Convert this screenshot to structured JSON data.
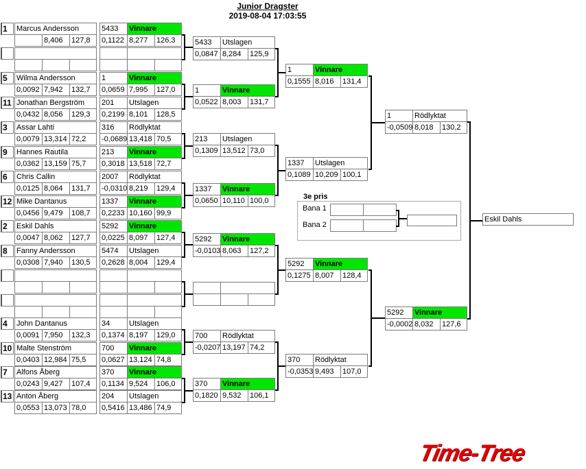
{
  "header": {
    "title": "Junior Dragster",
    "datetime": "2019-08-04 17:03:55"
  },
  "colors": {
    "winner": "#00e600"
  },
  "round1": [
    {
      "seed": "1",
      "name": "Marcus Andersson",
      "rt": "",
      "et": "8,406",
      "speed": "127,8",
      "res": {
        "id": "5433",
        "status": "Vinnare",
        "rt": "0,1122",
        "et": "8,277",
        "speed": "126,3"
      }
    },
    {
      "seed": "",
      "name": "",
      "rt": "",
      "et": "",
      "speed": "",
      "res": {
        "id": "",
        "status": "",
        "rt": "",
        "et": "",
        "speed": ""
      }
    },
    {
      "seed": "5",
      "name": "Wilma Andersson",
      "rt": "0,0092",
      "et": "7,942",
      "speed": "132,7",
      "res": {
        "id": "1",
        "status": "Vinnare",
        "rt": "0,0659",
        "et": "7,995",
        "speed": "127,0"
      }
    },
    {
      "seed": "11",
      "name": "Jonathan Bergström",
      "rt": "0,0432",
      "et": "8,056",
      "speed": "129,3",
      "res": {
        "id": "201",
        "status": "Utslagen",
        "rt": "0,2199",
        "et": "8,101",
        "speed": "128,5"
      }
    },
    {
      "seed": "3",
      "name": "Assar Lahti",
      "rt": "0,0079",
      "et": "13,314",
      "speed": "72,2",
      "res": {
        "id": "316",
        "status": "Rödlyktat",
        "rt": "-0,0689",
        "et": "13,418",
        "speed": "70,5"
      }
    },
    {
      "seed": "9",
      "name": "Hannes Rautila",
      "rt": "0,0362",
      "et": "13,159",
      "speed": "75,7",
      "res": {
        "id": "213",
        "status": "Vinnare",
        "rt": "0,3018",
        "et": "13,518",
        "speed": "72,7"
      }
    },
    {
      "seed": "6",
      "name": "Chris Callin",
      "rt": "0,0125",
      "et": "8,064",
      "speed": "131,7",
      "res": {
        "id": "2007",
        "status": "Rödlyktat",
        "rt": "-0,0310",
        "et": "8,219",
        "speed": "129,4"
      }
    },
    {
      "seed": "12",
      "name": "Mike Dantanus",
      "rt": "0,0456",
      "et": "9,479",
      "speed": "108,7",
      "res": {
        "id": "1337",
        "status": "Vinnare",
        "rt": "0,2233",
        "et": "10,160",
        "speed": "99,9"
      }
    },
    {
      "seed": "2",
      "name": "Eskil Dahls",
      "rt": "0,0047",
      "et": "8,062",
      "speed": "127,7",
      "res": {
        "id": "5292",
        "status": "Vinnare",
        "rt": "0,0225",
        "et": "8,097",
        "speed": "127,4"
      }
    },
    {
      "seed": "8",
      "name": "Fanny Andersson",
      "rt": "0,0308",
      "et": "7,940",
      "speed": "130,5",
      "res": {
        "id": "5474",
        "status": "Utslagen",
        "rt": "0,2628",
        "et": "8,004",
        "speed": "129,4"
      }
    },
    {
      "seed": "",
      "name": "",
      "rt": "",
      "et": "",
      "speed": "",
      "res": {
        "id": "",
        "status": "",
        "rt": "",
        "et": "",
        "speed": ""
      }
    },
    {
      "seed": "",
      "name": "",
      "rt": "",
      "et": "",
      "speed": "",
      "res": {
        "id": "",
        "status": "",
        "rt": "",
        "et": "",
        "speed": ""
      }
    },
    {
      "seed": "4",
      "name": "John Dantanus",
      "rt": "0,0091",
      "et": "7,950",
      "speed": "132,3",
      "res": {
        "id": "34",
        "status": "Utslagen",
        "rt": "0,1374",
        "et": "8,197",
        "speed": "129,0"
      }
    },
    {
      "seed": "10",
      "name": "Malte Stenström",
      "rt": "0,0403",
      "et": "12,984",
      "speed": "75,5",
      "res": {
        "id": "700",
        "status": "Vinnare",
        "rt": "0,0627",
        "et": "13,124",
        "speed": "74,8"
      }
    },
    {
      "seed": "7",
      "name": "Alfons Åberg",
      "rt": "0,0243",
      "et": "9,427",
      "speed": "107,4",
      "res": {
        "id": "370",
        "status": "Vinnare",
        "rt": "0,1134",
        "et": "9,524",
        "speed": "106,0"
      }
    },
    {
      "seed": "13",
      "name": "Anton Åberg",
      "rt": "0,0553",
      "et": "13,073",
      "speed": "78,0",
      "res": {
        "id": "204",
        "status": "Utslagen",
        "rt": "0,5416",
        "et": "13,486",
        "speed": "74,9"
      }
    }
  ],
  "round2": [
    {
      "id": "5433",
      "status": "Utslagen",
      "rt": "0,0847",
      "et": "8,284",
      "speed": "125,9"
    },
    {
      "id": "1",
      "status": "Vinnare",
      "rt": "0,0522",
      "et": "8,003",
      "speed": "131,7"
    },
    {
      "id": "213",
      "status": "Utslagen",
      "rt": "0,1309",
      "et": "13,512",
      "speed": "73,0"
    },
    {
      "id": "1337",
      "status": "Vinnare",
      "rt": "0,0650",
      "et": "10,110",
      "speed": "100,0"
    },
    {
      "id": "5292",
      "status": "Vinnare",
      "rt": "-0,0103",
      "et": "8,063",
      "speed": "127,2"
    },
    {
      "id": "",
      "status": "",
      "rt": "",
      "et": "",
      "speed": ""
    },
    {
      "id": "700",
      "status": "Rödlyktat",
      "rt": "-0,0207",
      "et": "13,197",
      "speed": "74,2"
    },
    {
      "id": "370",
      "status": "Vinnare",
      "rt": "0,1820",
      "et": "9,532",
      "speed": "106,1"
    }
  ],
  "round3": [
    {
      "id": "1",
      "status": "Vinnare",
      "rt": "0,1555",
      "et": "8,016",
      "speed": "131,4"
    },
    {
      "id": "1337",
      "status": "Utslagen",
      "rt": "0,1089",
      "et": "10,209",
      "speed": "100,1"
    },
    {
      "id": "5292",
      "status": "Vinnare",
      "rt": "0,1275",
      "et": "8,007",
      "speed": "128,4"
    },
    {
      "id": "370",
      "status": "Rödlyktat",
      "rt": "-0,0353",
      "et": "9,493",
      "speed": "107,0"
    }
  ],
  "round4": [
    {
      "id": "1",
      "status": "Rödlyktat",
      "rt": "-0,0509",
      "et": "8,018",
      "speed": "130,2"
    },
    {
      "id": "5292",
      "status": "Vinnare",
      "rt": "-0,0002",
      "et": "8,032",
      "speed": "127,6"
    }
  ],
  "final": {
    "winner": "Eskil Dahls"
  },
  "third_place": {
    "title": "3e pris",
    "lane1_label": "Bana 1",
    "lane2_label": "Bana 2",
    "lane1": [
      "",
      ""
    ],
    "lane2": [
      "",
      ""
    ],
    "result": ""
  },
  "logo": {
    "text": "Time-Tree"
  }
}
